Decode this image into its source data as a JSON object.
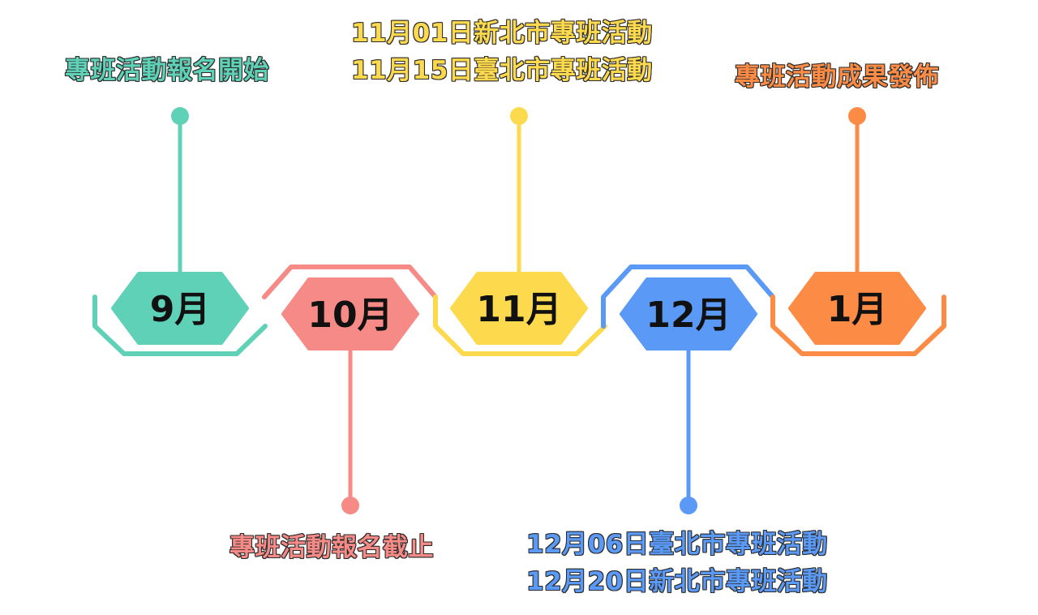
{
  "colors": {
    "teal": "#5fd1b7",
    "pink": "#f58a87",
    "yellow": "#fdd94d",
    "blue": "#5a99f6",
    "orange": "#fc8c45"
  },
  "timeline": [
    {
      "id": "sep",
      "month": "9月",
      "color": "#5fd1b7",
      "note_position": "above",
      "notes": [
        "專班活動報名開始"
      ]
    },
    {
      "id": "oct",
      "month": "10月",
      "color": "#f58a87",
      "note_position": "below",
      "notes": [
        "專班活動報名截止"
      ]
    },
    {
      "id": "nov",
      "month": "11月",
      "color": "#fdd94d",
      "note_position": "above",
      "notes": [
        "11月01日新北市專班活動",
        "11月15日臺北市專班活動"
      ]
    },
    {
      "id": "dec",
      "month": "12月",
      "color": "#5a99f6",
      "note_position": "below",
      "notes": [
        "12月06日臺北市專班活動",
        "12月20日新北市專班活動"
      ]
    },
    {
      "id": "jan",
      "month": "1月",
      "color": "#fc8c45",
      "note_position": "above",
      "notes": [
        "專班活動成果發佈"
      ]
    }
  ]
}
